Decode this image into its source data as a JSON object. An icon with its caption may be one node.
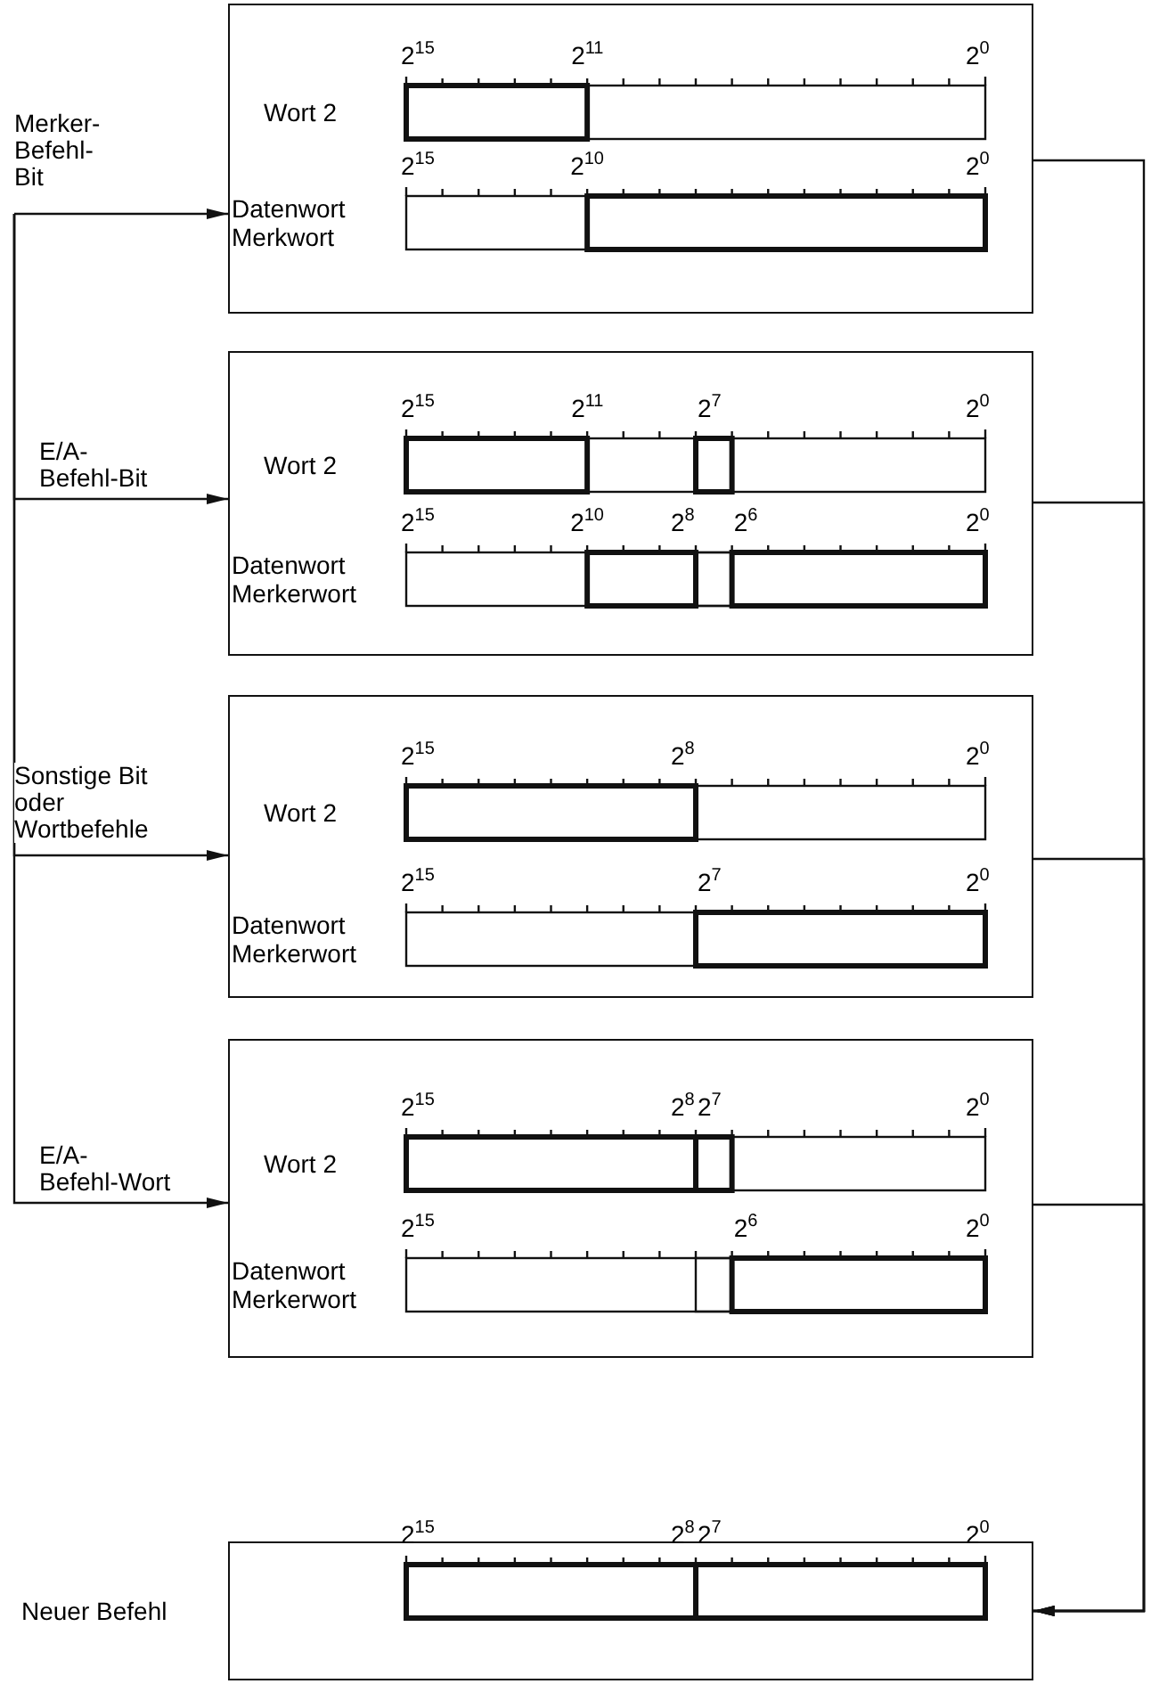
{
  "diagram": {
    "nodes": [
      {
        "text": [
          "Wort 2",
          "Datenwort Merkwort"
        ]
      },
      {
        "text": [
          "Wort 2",
          "Datenwort Merkerwort"
        ]
      },
      {
        "text": [
          "Wort 2",
          "Datenwort Merkerwort"
        ]
      },
      {
        "text": [
          "Wort 2",
          "Datenwort Merkerwort"
        ]
      },
      {
        "text": [
          "Neuer Befehl"
        ]
      }
    ],
    "edges": [
      {
        "from": null,
        "to": 0,
        "arrow": "to",
        "label": "Merker- Befehl- Bit"
      },
      {
        "from": null,
        "to": 1,
        "arrow": "to",
        "label": "E/A- Befehl-Bit"
      },
      {
        "from": null,
        "to": 2,
        "arrow": "to",
        "label": "Sonstige Bit oder Wortbefehle"
      },
      {
        "from": null,
        "to": 3,
        "arrow": "to",
        "label": "E/A- Befehl-Wort"
      },
      {
        "from": 0,
        "to": 4,
        "arrow": "to"
      },
      {
        "from": 1,
        "to": 4,
        "arrow": "to"
      },
      {
        "from": 2,
        "to": 4,
        "arrow": "to"
      },
      {
        "from": 3,
        "to": 4,
        "arrow": "to"
      }
    ],
    "labels": [
      "2$^{15}$",
      "2$^{11}$",
      "2$^{0}$",
      "2$^{15}$",
      "2$^{10}$",
      "2$^{0}$",
      "2$^{15}$",
      "2$^{11}$",
      "2$^{7}$",
      "2$^{0}$",
      "2$^{15}$",
      "2$^{10}$",
      "2$^{8}$",
      "2$^{6}$",
      "2$^{0}$",
      "2$^{15}$",
      "2$^{8}$",
      "2$^{0}$",
      "2$^{15}$",
      "2$^{7}$",
      "2$^{0}$",
      "2$^{15}$",
      "2$^{8}$",
      "2$^{7}$",
      "2$^{0}$",
      "2$^{15}$",
      "2$^{6}$",
      "2$^{0}$",
      "2$^{15}$",
      "2$^{8}$",
      "2$^{7}$",
      "2$^{0}$"
    ]
  }
}
